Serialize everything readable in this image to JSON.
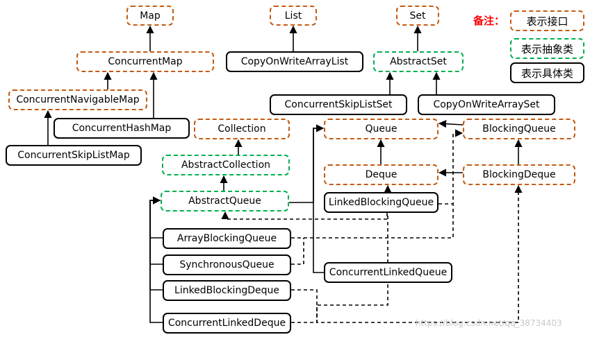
{
  "nodes": [
    {
      "id": "map",
      "label": "Map",
      "kind": "interface"
    },
    {
      "id": "list",
      "label": "List",
      "kind": "interface"
    },
    {
      "id": "set",
      "label": "Set",
      "kind": "interface"
    },
    {
      "id": "concurrentmap",
      "label": "ConcurrentMap",
      "kind": "interface"
    },
    {
      "id": "copyonwritearraylist",
      "label": "CopyOnWriteArrayList",
      "kind": "concrete"
    },
    {
      "id": "abstractset",
      "label": "AbstractSet",
      "kind": "abstract"
    },
    {
      "id": "concurrentnavigablemap",
      "label": "ConcurrentNavigableMap",
      "kind": "interface"
    },
    {
      "id": "concurrentskiplistset",
      "label": "ConcurrentSkipListSet",
      "kind": "concrete"
    },
    {
      "id": "copyonwritearrayset",
      "label": "CopyOnWriteArraySet",
      "kind": "concrete"
    },
    {
      "id": "concurrenthashmap",
      "label": "ConcurrentHashMap",
      "kind": "concrete"
    },
    {
      "id": "collection",
      "label": "Collection",
      "kind": "interface"
    },
    {
      "id": "queue",
      "label": "Queue",
      "kind": "interface"
    },
    {
      "id": "blockingqueue",
      "label": "BlockingQueue",
      "kind": "interface"
    },
    {
      "id": "concurrentskiplistmap",
      "label": "ConcurrentSkipListMap",
      "kind": "concrete"
    },
    {
      "id": "abstractcollection",
      "label": "AbstractCollection",
      "kind": "abstract"
    },
    {
      "id": "deque",
      "label": "Deque",
      "kind": "interface"
    },
    {
      "id": "blockingdeque",
      "label": "BlockingDeque",
      "kind": "interface"
    },
    {
      "id": "abstractqueue",
      "label": "AbstractQueue",
      "kind": "abstract"
    },
    {
      "id": "linkedblockingqueue",
      "label": "LinkedBlockingQueue",
      "kind": "concrete"
    },
    {
      "id": "arrayblockingqueue",
      "label": "ArrayBlockingQueue",
      "kind": "concrete"
    },
    {
      "id": "synchronousqueue",
      "label": "SynchronousQueue",
      "kind": "concrete"
    },
    {
      "id": "concurrentlinkedqueue",
      "label": "ConcurrentLinkedQueue",
      "kind": "concrete"
    },
    {
      "id": "linkedblockingdeque",
      "label": "LinkedBlockingDeque",
      "kind": "concrete"
    },
    {
      "id": "concurrentlinkeddeque",
      "label": "ConcurrentLinkedDeque",
      "kind": "concrete"
    }
  ],
  "legend": {
    "title": "备注：",
    "items": [
      {
        "label": "表示接口",
        "kind": "interface"
      },
      {
        "label": "表示抽象类",
        "kind": "abstract"
      },
      {
        "label": "表示具体类",
        "kind": "concrete"
      }
    ]
  },
  "edges": [
    {
      "from": "concurrentmap",
      "to": "map",
      "style": "solid"
    },
    {
      "from": "copyonwritearraylist",
      "to": "list",
      "style": "solid"
    },
    {
      "from": "abstractset",
      "to": "set",
      "style": "solid"
    },
    {
      "from": "concurrentnavigablemap",
      "to": "concurrentmap",
      "style": "solid"
    },
    {
      "from": "concurrenthashmap",
      "to": "concurrentmap",
      "style": "solid"
    },
    {
      "from": "concurrentskiplistmap",
      "to": "concurrentnavigablemap",
      "style": "solid"
    },
    {
      "from": "concurrentskiplistset",
      "to": "abstractset",
      "style": "solid"
    },
    {
      "from": "copyonwritearrayset",
      "to": "abstractset",
      "style": "solid"
    },
    {
      "from": "abstractcollection",
      "to": "collection",
      "style": "solid"
    },
    {
      "from": "abstractqueue",
      "to": "abstractcollection",
      "style": "solid"
    },
    {
      "from": "deque",
      "to": "queue",
      "style": "solid"
    },
    {
      "from": "blockingqueue",
      "to": "queue",
      "style": "solid"
    },
    {
      "from": "blockingdeque",
      "to": "blockingqueue",
      "style": "solid"
    },
    {
      "from": "blockingdeque",
      "to": "deque",
      "style": "solid"
    },
    {
      "from": "abstractqueue",
      "to": "queue",
      "style": "solid"
    },
    {
      "from": "concurrentlinkedqueue",
      "to": "queue",
      "style": "solid"
    },
    {
      "from": "arrayblockingqueue",
      "to": "abstractqueue",
      "style": "solid"
    },
    {
      "from": "synchronousqueue",
      "to": "abstractqueue",
      "style": "solid"
    },
    {
      "from": "linkedblockingdeque",
      "to": "abstractqueue",
      "style": "solid"
    },
    {
      "from": "concurrentlinkeddeque",
      "to": "abstractqueue",
      "style": "solid"
    },
    {
      "from": "linkedblockingqueue",
      "to": "abstractqueue",
      "style": "dashed"
    },
    {
      "from": "arrayblockingqueue",
      "to": "blockingqueue",
      "style": "dashed"
    },
    {
      "from": "synchronousqueue",
      "to": "blockingqueue",
      "style": "dashed"
    },
    {
      "from": "linkedblockingqueue",
      "to": "blockingqueue",
      "style": "dashed"
    },
    {
      "from": "linkedblockingdeque",
      "to": "blockingdeque",
      "style": "dashed"
    },
    {
      "from": "concurrentlinkeddeque",
      "to": "deque",
      "style": "dashed"
    }
  ],
  "colors": {
    "interface": "#c55a11",
    "abstract": "#00b050",
    "concrete": "#000000",
    "note": "#ff0000"
  },
  "watermark": "https://blog.csdn.net/qq_38734403"
}
